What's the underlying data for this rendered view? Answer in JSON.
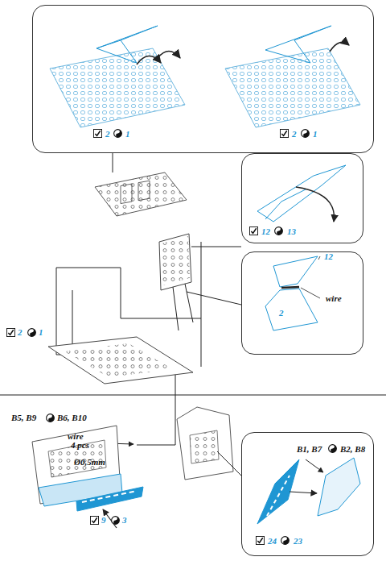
{
  "diagram": {
    "nodes": [
      {
        "text": [
          "2",
          "1",
          "2",
          "1"
        ]
      },
      {
        "text": [
          "12",
          "13"
        ]
      },
      {
        "text": [
          "12",
          "wire",
          "2"
        ]
      },
      {
        "text": [
          "B1, B7",
          "B2, B8",
          "24",
          "23"
        ]
      }
    ],
    "labels": [
      "2",
      "1",
      "wire",
      "4 pcs",
      "Ø0,5mm",
      "B5, B9",
      "B6, B10",
      "9",
      "3"
    ]
  }
}
